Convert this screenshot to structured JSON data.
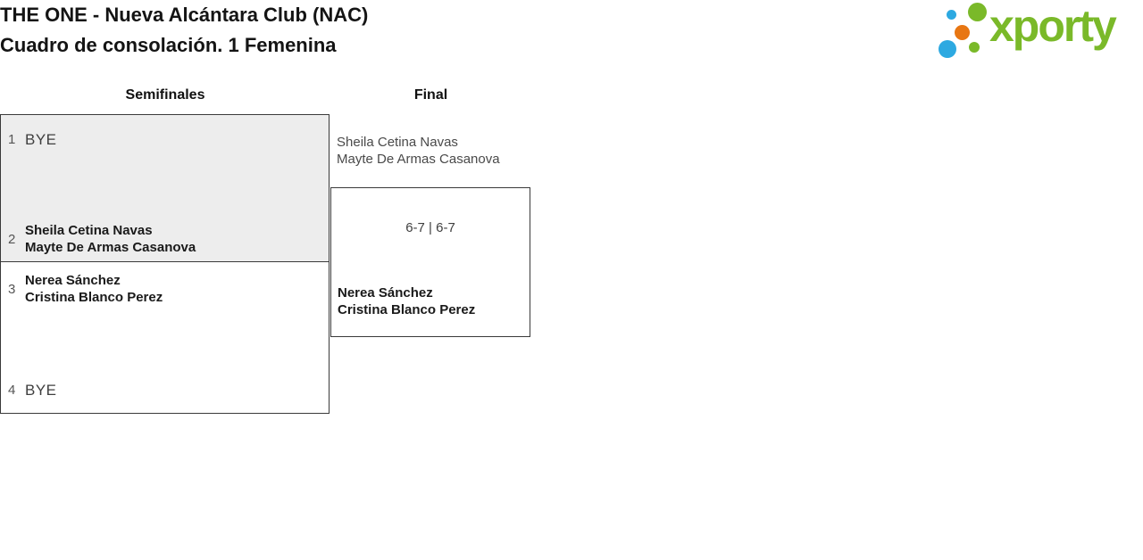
{
  "header": {
    "title_line1": "THE ONE - Nueva Alcántara Club (NAC)",
    "title_line2": "Cuadro de consolación. 1 Femenina"
  },
  "logo": {
    "wordmark": "xporty",
    "colors": {
      "green": "#7ab929",
      "blue": "#2da9e1",
      "orange": "#e87612"
    }
  },
  "bracket": {
    "rounds": {
      "semifinals_label": "Semifinales",
      "final_label": "Final"
    },
    "semifinals": [
      {
        "teams": [
          {
            "seed": "1",
            "line1": "BYE",
            "line2": "",
            "winner": false,
            "bye": true
          },
          {
            "seed": "2",
            "line1": "Sheila Cetina Navas",
            "line2": "Mayte De Armas Casanova",
            "winner": true,
            "bye": false
          }
        ]
      },
      {
        "teams": [
          {
            "seed": "3",
            "line1": "Nerea Sánchez",
            "line2": "Cristina Blanco Perez",
            "winner": true,
            "bye": false
          },
          {
            "seed": "4",
            "line1": "BYE",
            "line2": "",
            "winner": false,
            "bye": true
          }
        ]
      }
    ],
    "final": {
      "team_top": {
        "line1": "Sheila Cetina Navas",
        "line2": "Mayte De Armas Casanova"
      },
      "score": "6-7 | 6-7",
      "team_bottom": {
        "line1": "Nerea Sánchez",
        "line2": "Cristina Blanco Perez"
      }
    }
  },
  "colors": {
    "box_fill_grey": "#ededed",
    "border": "#3a3a3a",
    "text_primary": "#1a1a1a",
    "text_secondary": "#4a4a4a"
  }
}
